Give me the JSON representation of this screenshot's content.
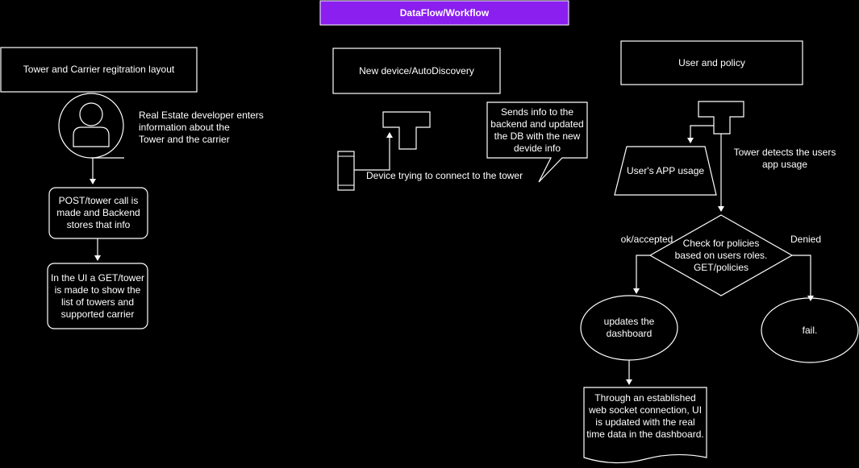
{
  "diagram": {
    "title": "DataFlow/Workflow",
    "tower_section": {
      "header": "Tower and Carrier regitration layout",
      "actor_note": "Real Estate developer enters\ninformation about the\nTower and the carrier",
      "post_step": "POST/tower  call is\nmade and Backend\nstores that info",
      "get_step": "In the UI a GET/tower\nis made to show the\nlist of towers and\nsupported carrier"
    },
    "device_section": {
      "header": "New device/AutoDiscovery",
      "connect_label": "Device trying to connect to the tower",
      "callout": "Sends info to the\nbackend and updated\nthe DB with the new\ndevide info"
    },
    "policy_section": {
      "header": "User and policy",
      "app_usage": "User's APP usage",
      "detects_label": "Tower detects the users\napp usage",
      "decision": "Check for policies\nbased on users roles.\nGET/policies",
      "branch_ok": "ok/accepted",
      "branch_denied": "Denied",
      "dashboard": "updates the\ndashboard",
      "fail": "fail.",
      "realtime_doc": "Through an established\nweb socket connection, UI\nis updated with the real\ntime data in the dashboard."
    }
  },
  "colors": {
    "background": "#000000",
    "stroke": "#ffffff",
    "title_fill": "#8a1ff0"
  }
}
